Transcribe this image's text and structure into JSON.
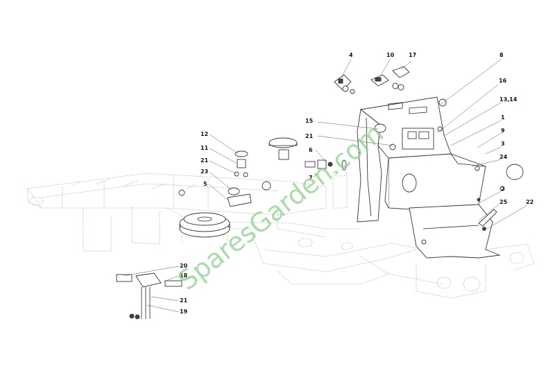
{
  "watermark": "SparesGarden.com",
  "watermark_color": "#8fcf8c",
  "callouts": [
    {
      "id": "c-4",
      "label": "4"
    },
    {
      "id": "c-10",
      "label": "10"
    },
    {
      "id": "c-17",
      "label": "17"
    },
    {
      "id": "c-8",
      "label": "8"
    },
    {
      "id": "c-16",
      "label": "16"
    },
    {
      "id": "c-13-14",
      "label": "13,14"
    },
    {
      "id": "c-1",
      "label": "1"
    },
    {
      "id": "c-9",
      "label": "9"
    },
    {
      "id": "c-3",
      "label": "3"
    },
    {
      "id": "c-24",
      "label": "24"
    },
    {
      "id": "c-2",
      "label": "2"
    },
    {
      "id": "c-25",
      "label": "25"
    },
    {
      "id": "c-22",
      "label": "22"
    },
    {
      "id": "c-15",
      "label": "15"
    },
    {
      "id": "c-21a",
      "label": "21"
    },
    {
      "id": "c-6",
      "label": "6"
    },
    {
      "id": "c-7",
      "label": "7"
    },
    {
      "id": "c-12",
      "label": "12"
    },
    {
      "id": "c-11",
      "label": "11"
    },
    {
      "id": "c-21b",
      "label": "21"
    },
    {
      "id": "c-23",
      "label": "23"
    },
    {
      "id": "c-5",
      "label": "5"
    },
    {
      "id": "c-20",
      "label": "20"
    },
    {
      "id": "c-18",
      "label": "18"
    },
    {
      "id": "c-21c",
      "label": "21"
    },
    {
      "id": "c-19",
      "label": "19"
    }
  ]
}
